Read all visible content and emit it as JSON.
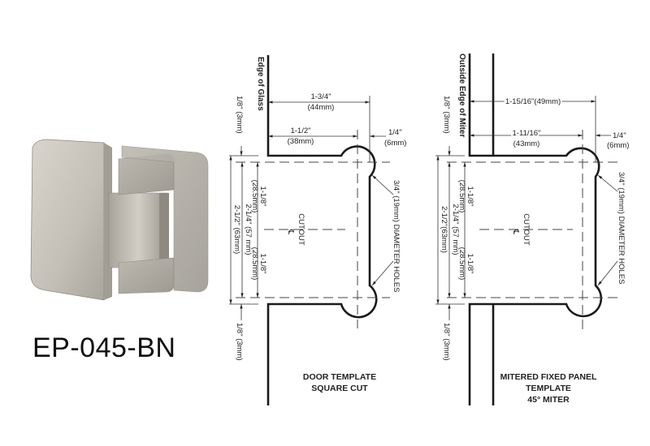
{
  "product": {
    "model": "EP-045-BN"
  },
  "door_template": {
    "edge_label": "Edge of Glass",
    "dim_1_3_4_in": "1-3/4\"",
    "dim_1_3_4_mm": "(44mm)",
    "dim_1_1_2_in": "1-1/2\"",
    "dim_1_1_2_mm": "(38mm)",
    "dim_1_4_in": "1/4\"",
    "dim_1_4_mm": "(6mm)",
    "top_gap": "1/8\" (3mm)",
    "bottom_gap": "1/8\" (3mm)",
    "half_in_top": "1-1/8\"",
    "half_mm_top": "(28.5mm)",
    "half_in_bot": "1-1/8\"",
    "half_mm_bot": "(28.5mm)",
    "mid_dim": "2-1/4\" (57 mm)",
    "full_dim": "2-1/2\" (63mm)",
    "cutout": "CUTOUT",
    "centerline": "℄",
    "holes": "3/4\" (19mm) DIAMETER HOLES",
    "title_1": "DOOR TEMPLATE",
    "title_2": "SQUARE CUT"
  },
  "miter_template": {
    "edge_label": "Outside Edge of Miter",
    "dim_long": "1-15/16\"(49mm)",
    "dim_mid_in": "1-11/16\"",
    "dim_mid_mm": "(43mm)",
    "dim_1_4_in": "1/4\"",
    "dim_1_4_mm": "(6mm)",
    "top_gap": "1/8\" (3mm)",
    "bottom_gap": "1/8\" (3mm)",
    "half_in_top": "1-1/8\"",
    "half_mm_top": "(28.5mm)",
    "half_in_bot": "1-1/8\"",
    "half_mm_bot": "(28.5mm)",
    "mid_dim": "2-1/4\" (57 mm)",
    "full_dim": "2-1/2\"(63mm)",
    "cutout": "CUTOUT",
    "centerline": "℄",
    "holes": "3/4\" (19mm) DIAMETER HOLES",
    "title_1": "MITERED FIXED PANEL",
    "title_2": "TEMPLATE",
    "title_3": "45° MITER"
  }
}
